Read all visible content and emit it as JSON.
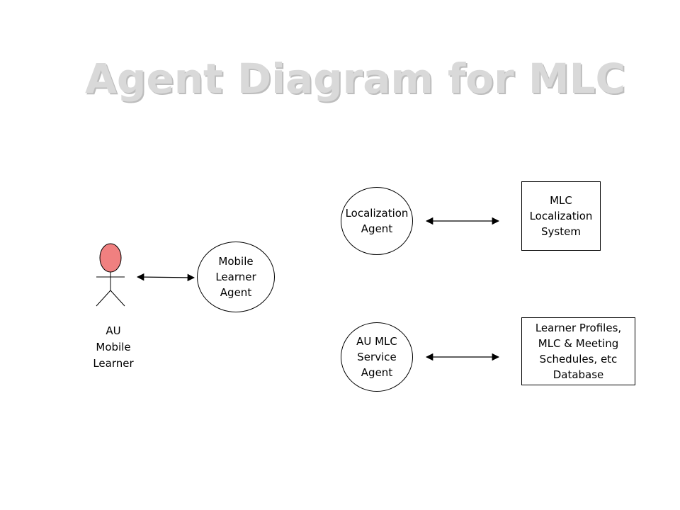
{
  "title": "Agent Diagram for MLC",
  "actor": {
    "label_lines": [
      "AU",
      "Mobile",
      "Learner"
    ],
    "head_color": "#f08080"
  },
  "nodes": {
    "mobile_learner_agent": {
      "lines": [
        "Mobile",
        "Learner",
        "Agent"
      ]
    },
    "localization_agent": {
      "lines": [
        "Localization",
        "Agent"
      ]
    },
    "au_mlc_service_agent": {
      "lines": [
        "AU MLC",
        "Service",
        "Agent"
      ]
    },
    "mlc_localization_system": {
      "lines": [
        "MLC",
        "Localization",
        "System"
      ]
    },
    "learner_db": {
      "lines": [
        "Learner Profiles,",
        "MLC & Meeting",
        "Schedules, etc",
        "Database"
      ]
    }
  },
  "edges": [
    {
      "from": "actor",
      "to": "mobile_learner_agent",
      "type": "bidirectional"
    },
    {
      "from": "localization_agent",
      "to": "mlc_localization_system",
      "type": "bidirectional"
    },
    {
      "from": "au_mlc_service_agent",
      "to": "learner_db",
      "type": "bidirectional"
    }
  ]
}
